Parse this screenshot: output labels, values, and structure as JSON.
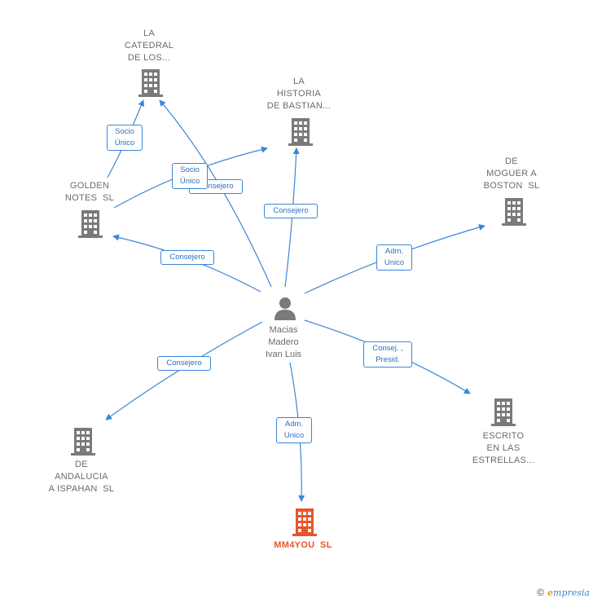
{
  "person": {
    "lines": [
      "Macias",
      "Madero",
      "Ivan Luis"
    ]
  },
  "nodes": {
    "catedral": {
      "lines": [
        "LA",
        "CATEDRAL",
        "DE LOS..."
      ]
    },
    "historia": {
      "lines": [
        "LA",
        "HISTORIA",
        "DE BASTIAN..."
      ]
    },
    "golden": {
      "lines": [
        "GOLDEN",
        "NOTES  SL"
      ]
    },
    "moguer": {
      "lines": [
        "DE",
        "MOGUER A",
        "BOSTON  SL"
      ]
    },
    "escrito": {
      "lines": [
        "ESCRITO",
        "EN LAS",
        "ESTRELLAS..."
      ]
    },
    "andalucia": {
      "lines": [
        "DE",
        "ANDALUCIA",
        "A ISPAHAN  SL"
      ]
    },
    "mm4you": {
      "lines": [
        "MM4YOU  SL"
      ]
    }
  },
  "edge_labels": {
    "golden_catedral": [
      "Socio",
      "Único"
    ],
    "person_catedral": [
      "Socio",
      "Único"
    ],
    "golden_historia": [
      "Consejero"
    ],
    "person_historia": [
      "Consejero"
    ],
    "person_golden": [
      "Consejero"
    ],
    "person_moguer": [
      "Adm.",
      "Unico"
    ],
    "person_escrito": [
      "Consej. ,",
      "Presid."
    ],
    "person_andalucia": [
      "Consejero"
    ],
    "person_mm4you": [
      "Adm.",
      "Unico"
    ]
  },
  "footer": {
    "copyright": "©",
    "brand_first": "e",
    "brand_rest": "mpresia"
  },
  "colors": {
    "edge": "#3a86d8",
    "building": "#7a7a7a",
    "main_building": "#e8552a"
  }
}
